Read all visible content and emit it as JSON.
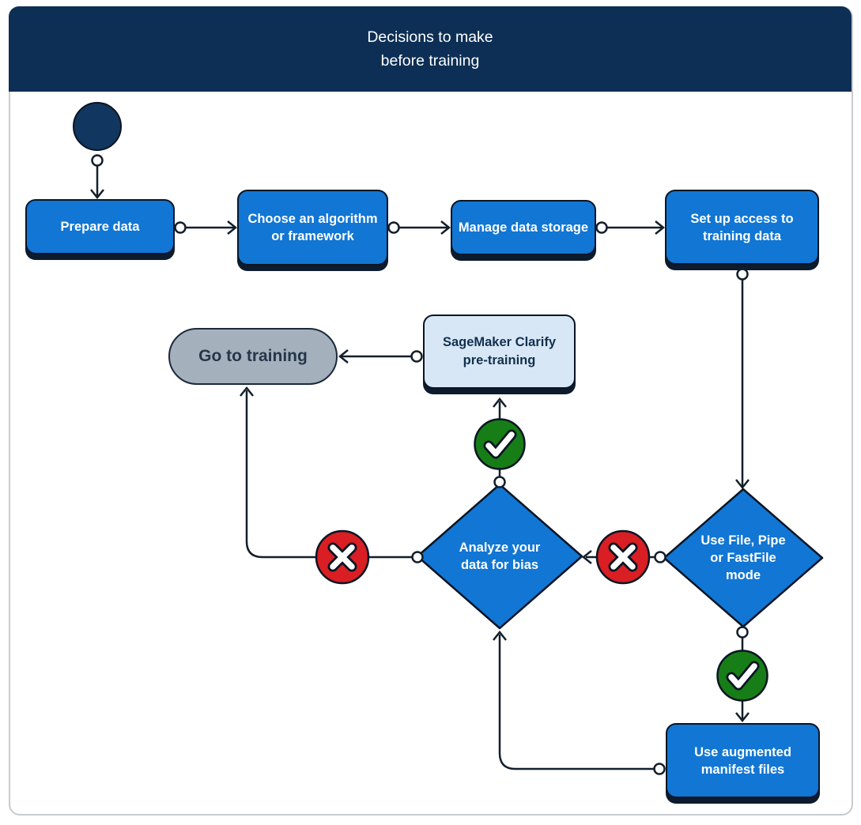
{
  "title": "Decisions to make\nbefore training",
  "nodes": {
    "start": {
      "label": ""
    },
    "prepare_data": {
      "label": "Prepare data"
    },
    "choose_algorithm": {
      "label": "Choose an algorithm\nor framework"
    },
    "manage_storage": {
      "label": "Manage data storage"
    },
    "setup_access": {
      "label": "Set up access to\ntraining data"
    },
    "go_training": {
      "label": "Go to training"
    },
    "clarify": {
      "label": "SageMaker Clarify\npre-training"
    },
    "analyze_bias": {
      "label": "Analyze your\ndata for bias"
    },
    "file_mode": {
      "label": "Use File, Pipe\nor FastFile\nmode"
    },
    "augmented": {
      "label": "Use augmented\nmanifest files"
    }
  },
  "badges": {
    "yes": "check",
    "no": "cross"
  },
  "colors": {
    "header_navy": "#0d2f55",
    "start_navy": "#11365f",
    "node_blue": "#1176d4",
    "node_border": "#0b1523",
    "light_blue": "#d8e7f5",
    "clarify_text": "#12304f",
    "stadium_gray": "#a5b0bd",
    "stadium_text": "#253649",
    "green": "#177d17",
    "red": "#d91e24",
    "line": "#131f2b",
    "shadow": "#0d1b2e",
    "frame_border": "#c8cbcf"
  }
}
